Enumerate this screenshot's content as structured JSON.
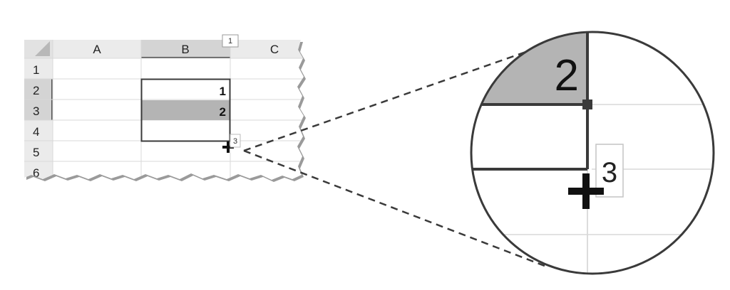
{
  "sheet": {
    "columns": [
      "A",
      "B",
      "C"
    ],
    "rows": [
      "1",
      "2",
      "3",
      "4",
      "5",
      "6"
    ],
    "selected_column": "B",
    "selected_rows": [
      "2",
      "3"
    ],
    "cells": {
      "B2": "1",
      "B3": "2"
    },
    "column_badge": "1",
    "cursor_badge": "3"
  },
  "zoom": {
    "cell_value": "2",
    "cursor_badge": "3"
  },
  "colors": {
    "header_bg": "#ebebeb",
    "selected_header_bg": "#d4d4d4",
    "selected_fill": "#b4b4b4",
    "grid": "#d8d8d8",
    "border": "#3a3a3a"
  }
}
